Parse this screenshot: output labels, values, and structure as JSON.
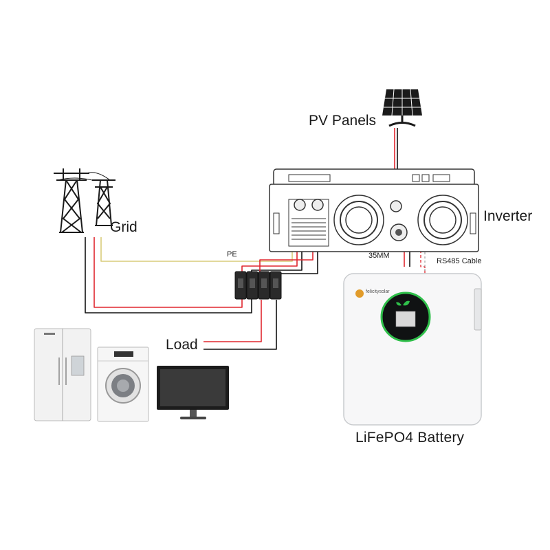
{
  "labels": {
    "pv_panels": "PV Panels",
    "grid": "Grid",
    "inverter": "Inverter",
    "load": "Load",
    "battery": "LiFePO4 Battery",
    "pe": "PE",
    "cable_size": "35MM",
    "rs485": "RS485 Cable"
  },
  "battery_brand": "felicitysolar",
  "colors": {
    "red_wire": "#e0262e",
    "black_wire": "#111111",
    "pe_wire": "#d8cc7a",
    "battery_accent": "#2fbf4a",
    "battery_body": "#f7f7f8"
  },
  "icons": [
    "solar-panel-icon",
    "transmission-tower-icon",
    "refrigerator-icon",
    "washing-machine-icon",
    "monitor-icon",
    "inverter-icon",
    "battery-icon",
    "breaker-icon"
  ]
}
